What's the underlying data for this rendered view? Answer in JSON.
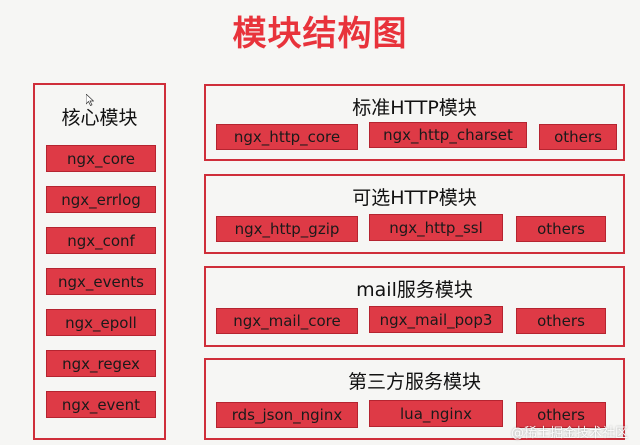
{
  "title": "模块结构图",
  "core": {
    "title": "核心模块",
    "items": [
      "ngx_core",
      "ngx_errlog",
      "ngx_conf",
      "ngx_events",
      "ngx_epoll",
      "ngx_regex",
      "ngx_event"
    ]
  },
  "groups": [
    {
      "title": "标准HTTP模块",
      "items": [
        "ngx_http_core",
        "ngx_http_charset",
        "others"
      ]
    },
    {
      "title": "可选HTTP模块",
      "items": [
        "ngx_http_gzip",
        "ngx_http_ssl",
        "others"
      ]
    },
    {
      "title": "mail服务模块",
      "items": [
        "ngx_mail_core",
        "ngx_mail_pop3",
        "others"
      ]
    },
    {
      "title": "第三方服务模块",
      "items": [
        "rds_json_nginx",
        "lua_nginx",
        "others"
      ]
    }
  ],
  "watermark": "@稀土掘金技术社区",
  "colors": {
    "accent": "#e8333b",
    "box": "#de3a46",
    "border": "#cf2e3a"
  }
}
